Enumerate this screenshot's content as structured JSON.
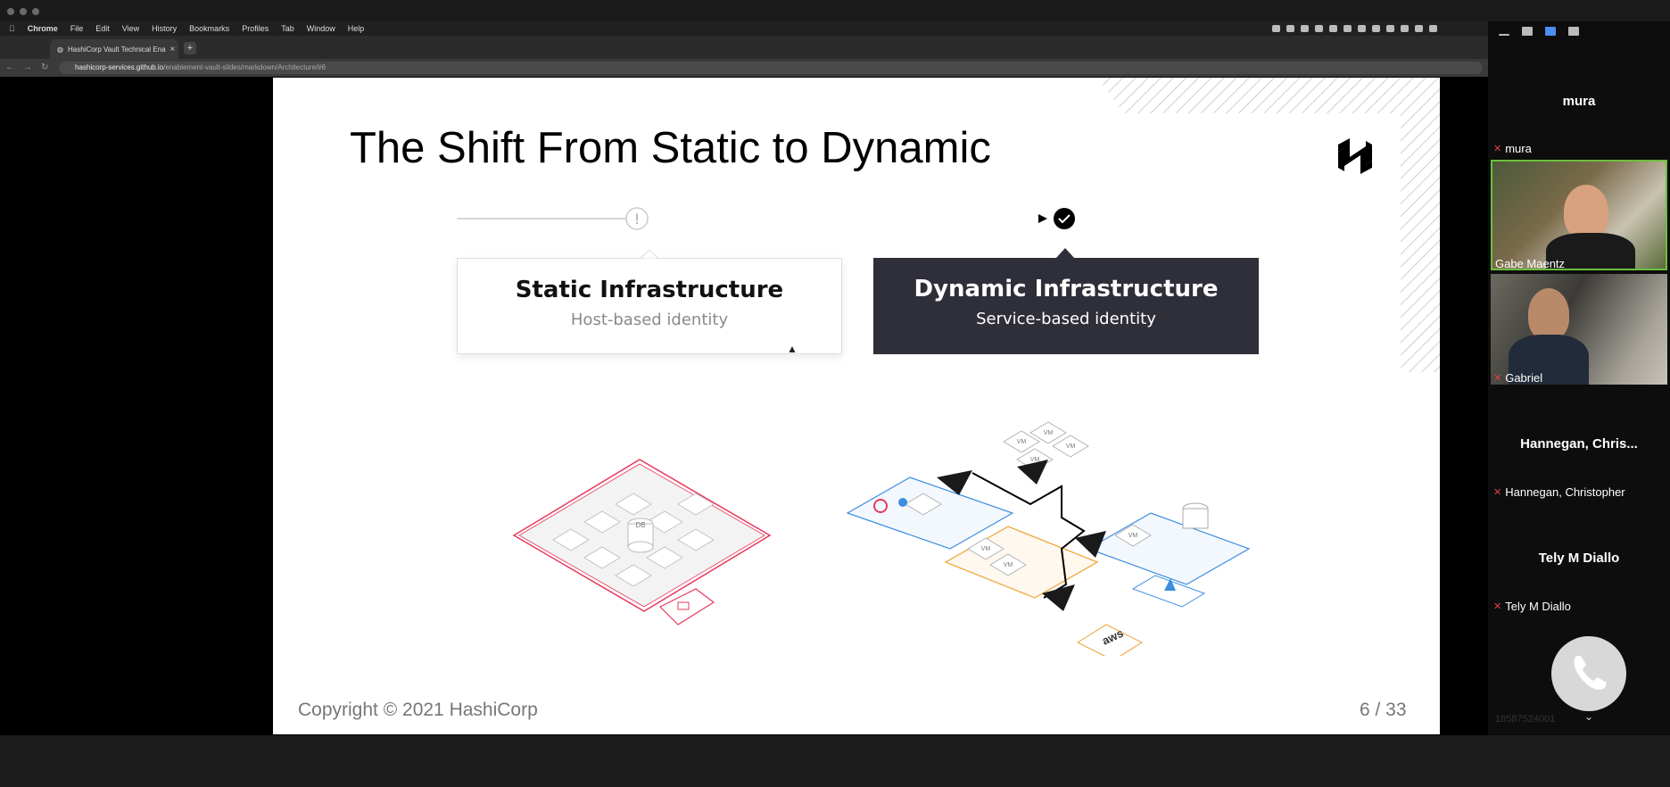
{
  "menubar": {
    "apple": "",
    "app_name": "Chrome",
    "items": [
      "File",
      "Edit",
      "View",
      "History",
      "Bookmarks",
      "Profiles",
      "Tab",
      "Window",
      "Help"
    ]
  },
  "browser": {
    "tab_title": "HashiCorp Vault Technical Ena",
    "url_host": "hashicorp-services.github.io",
    "url_path": "/enablement-vault-slides/markdown/Architecture/#6",
    "new_tab": "+"
  },
  "slide": {
    "title": "The Shift From Static to Dynamic",
    "static_card": {
      "heading": "Static Infrastructure",
      "subheading": "Host-based identity"
    },
    "dynamic_card": {
      "heading": "Dynamic Infrastructure",
      "subheading": "Service-based identity"
    },
    "static_illus_label": "DB",
    "dynamic_labels": [
      "VM",
      "VM",
      "VM",
      "VM",
      "VM",
      "VM",
      "VM",
      "DB",
      "aws"
    ],
    "copyright": "Copyright © 2021 HashiCorp",
    "page_number": "6 / 33"
  },
  "meeting": {
    "active_speaker_name": "mura",
    "participants": [
      {
        "name": "mura",
        "muted": true
      },
      {
        "name": "Gabe Maentz",
        "muted": false
      },
      {
        "name": "Gabriel",
        "muted": true
      },
      {
        "name": "Hannegan, Christopher",
        "muted": true,
        "display_name": "Hannegan,  Chris..."
      },
      {
        "name": "Tely M Diallo",
        "muted": true,
        "display_name": "Tely M Diallo"
      }
    ],
    "phone_number": "18587524001"
  },
  "colors": {
    "static_accent": "#e8395b",
    "dynamic_blue": "#3c8ee0",
    "dynamic_orange": "#f0a030",
    "dark_card": "#2f2f3a",
    "speaker_border": "#6bbf3e"
  }
}
